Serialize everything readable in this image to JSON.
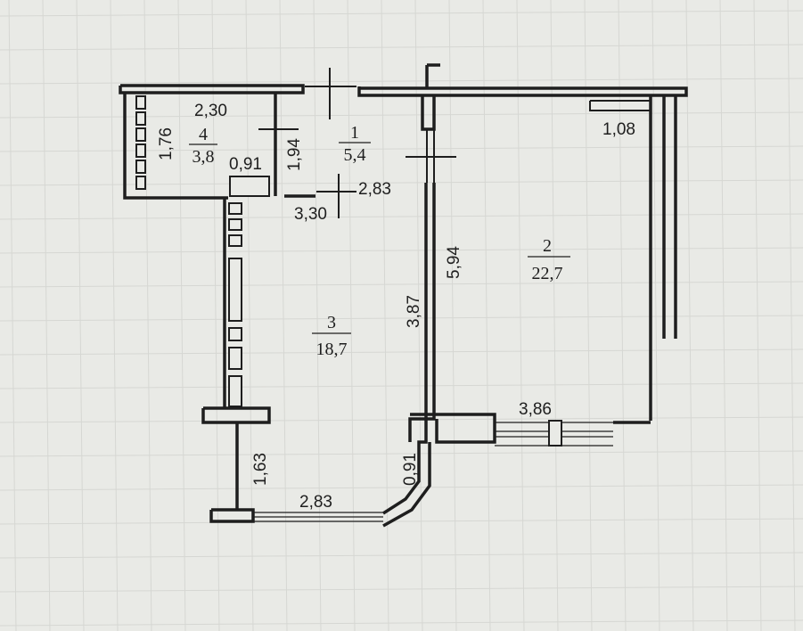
{
  "rooms": [
    {
      "number": "1",
      "area": "5,4"
    },
    {
      "number": "2",
      "area": "22,7"
    },
    {
      "number": "3",
      "area": "18,7"
    },
    {
      "number": "4",
      "area": "3,8"
    }
  ],
  "dimensions": {
    "balcony_width": "2,30",
    "balcony_depth": "1,76",
    "balcony_door": "0,91",
    "hall_depth": "1,94",
    "hall_width_top": "2,83",
    "hall_width_bottom": "3,30",
    "room2_length": "5,94",
    "room2_wall": "1,08",
    "room2_window": "3,86",
    "room3_length": "3,87",
    "room3_window": "2,83",
    "room3_side_lower": "1,63",
    "room3_bay": "0,91"
  }
}
